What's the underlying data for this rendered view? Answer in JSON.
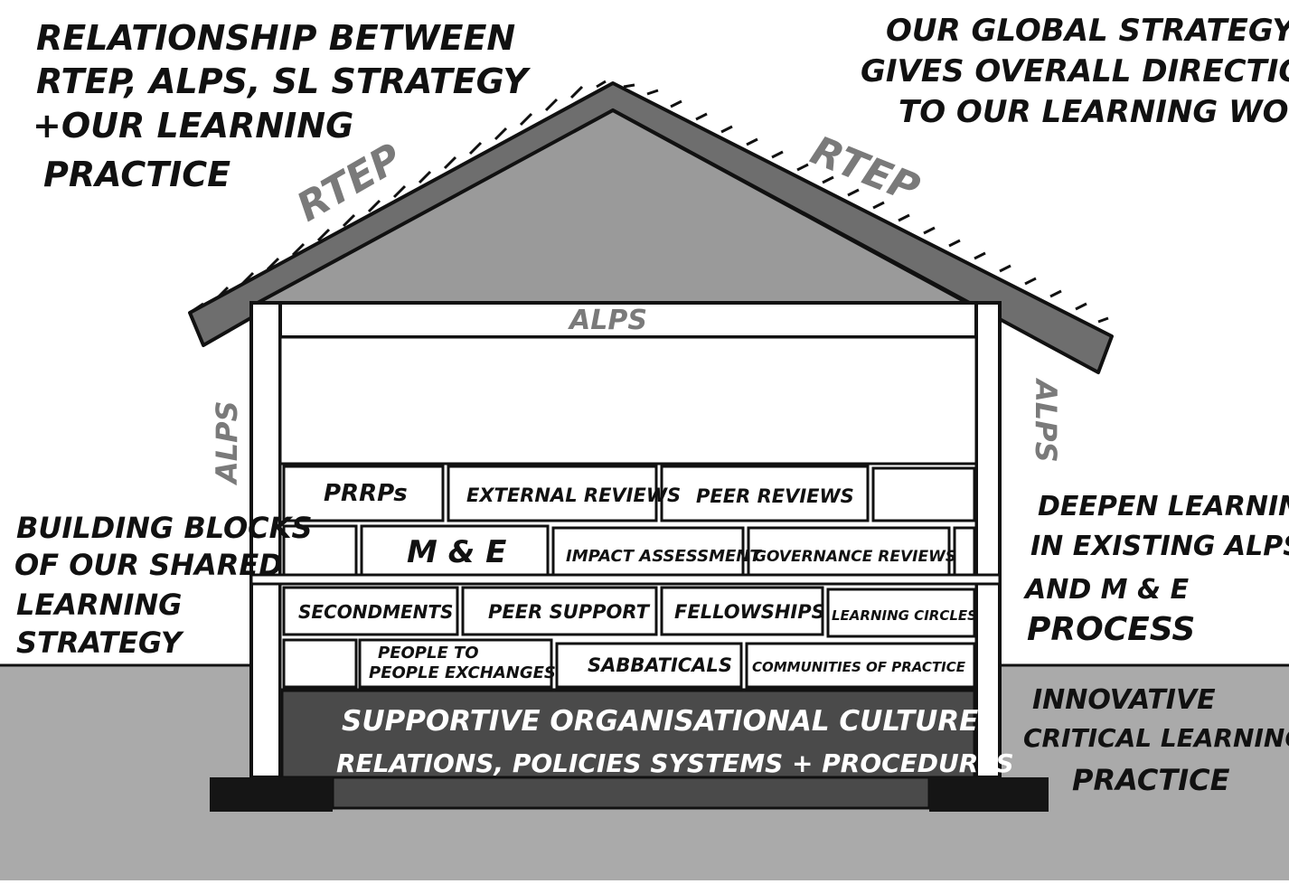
{
  "colors": {
    "ground": "#aaaaaa",
    "roof_outer": "#6e6e6e",
    "gable": "#9a9a9a",
    "foundation": "#4a4a4a",
    "footing": "#151515",
    "label_grey": "#7a7a7a",
    "ink": "#111111"
  },
  "annotations": {
    "top_left": [
      "RELATIONSHIP BETWEEN",
      "RTEP, ALPS, SL STRATEGY",
      "+OUR LEARNING",
      "PRACTICE"
    ],
    "top_right": [
      "OUR GLOBAL STRATEGY",
      "GIVES OVERALL DIRECTION",
      "TO OUR LEARNING WORK"
    ],
    "left": [
      "BUILDING BLOCKS",
      "OF OUR SHARED",
      "LEARNING",
      "STRATEGY"
    ],
    "right_middle": [
      "DEEPEN LEARNING",
      "IN EXISTING ALPS",
      "AND M & E",
      "PROCESS"
    ],
    "right_bottom": [
      "INNOVATIVE",
      "CRITICAL LEARNING",
      "PRACTICE"
    ]
  },
  "house": {
    "roof_label_left": "RTEP",
    "roof_label_right": "RTEP",
    "beam_label": "ALPS",
    "wall_label_left": "ALPS",
    "wall_label_right": "ALPS",
    "blocks": {
      "row1": [
        "PRRPs",
        "EXTERNAL REVIEWS",
        "PEER REVIEWS",
        ""
      ],
      "row2": [
        "",
        "M & E",
        "IMPACT ASSESSMENT",
        "GOVERNANCE REVIEWS",
        ""
      ],
      "row3": [
        "SECONDMENTS",
        "PEER SUPPORT",
        "FELLOWSHIPS",
        "LEARNING CIRCLES"
      ],
      "row4": [
        "",
        "PEOPLE TO",
        "PEOPLE EXCHANGES",
        "SABBATICALS",
        "COMMUNITIES OF PRACTICE"
      ]
    },
    "foundation": [
      "SUPPORTIVE ORGANISATIONAL CULTURE",
      "RELATIONS, POLICIES SYSTEMS + PROCEDURES"
    ]
  }
}
